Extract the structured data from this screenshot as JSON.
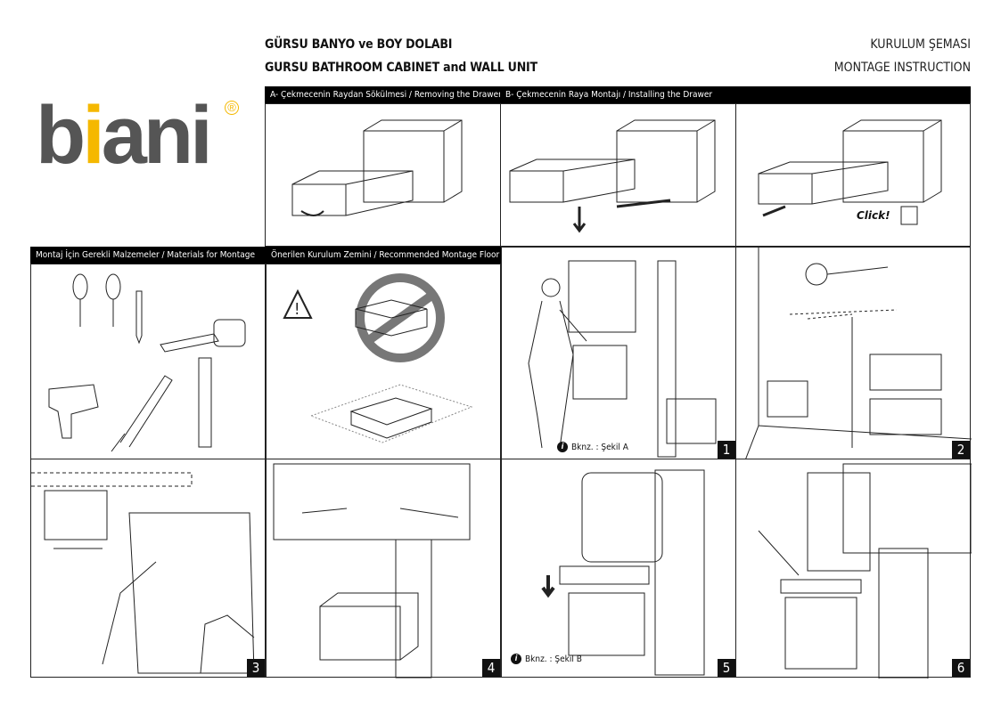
{
  "header": {
    "title_tr": "GÜRSU BANYO ve BOY DOLABI",
    "title_en": "GURSU BATHROOM CABINET and WALL UNIT",
    "subtitle_tr": "KURULUM ŞEMASI",
    "subtitle_en": "MONTAGE INSTRUCTION"
  },
  "logo": {
    "text_b": "b",
    "text_i": "i",
    "text_rest": "ani",
    "registered": "®",
    "colors": {
      "text": "#555555",
      "accent": "#f5b800"
    }
  },
  "sections": {
    "a": "A- Çekmecenin Raydan Sökülmesi / Removing the Drawer",
    "b": "B- Çekmecenin Raya Montajı / Installing the Drawer",
    "materials": "Montaj İçin Gerekli Malzemeler / Materials for Montage",
    "floor": "Önerilen Kurulum Zemini / Recommended Montage Floor"
  },
  "click_label": "Click!",
  "steps": [
    {
      "number": "1",
      "note_icon": "i",
      "note": "Bknz. : Şekil  A"
    },
    {
      "number": "2"
    },
    {
      "number": "3"
    },
    {
      "number": "4"
    },
    {
      "number": "5",
      "note_icon": "i",
      "note": "Bknz. : Şekil  B"
    },
    {
      "number": "6"
    }
  ]
}
